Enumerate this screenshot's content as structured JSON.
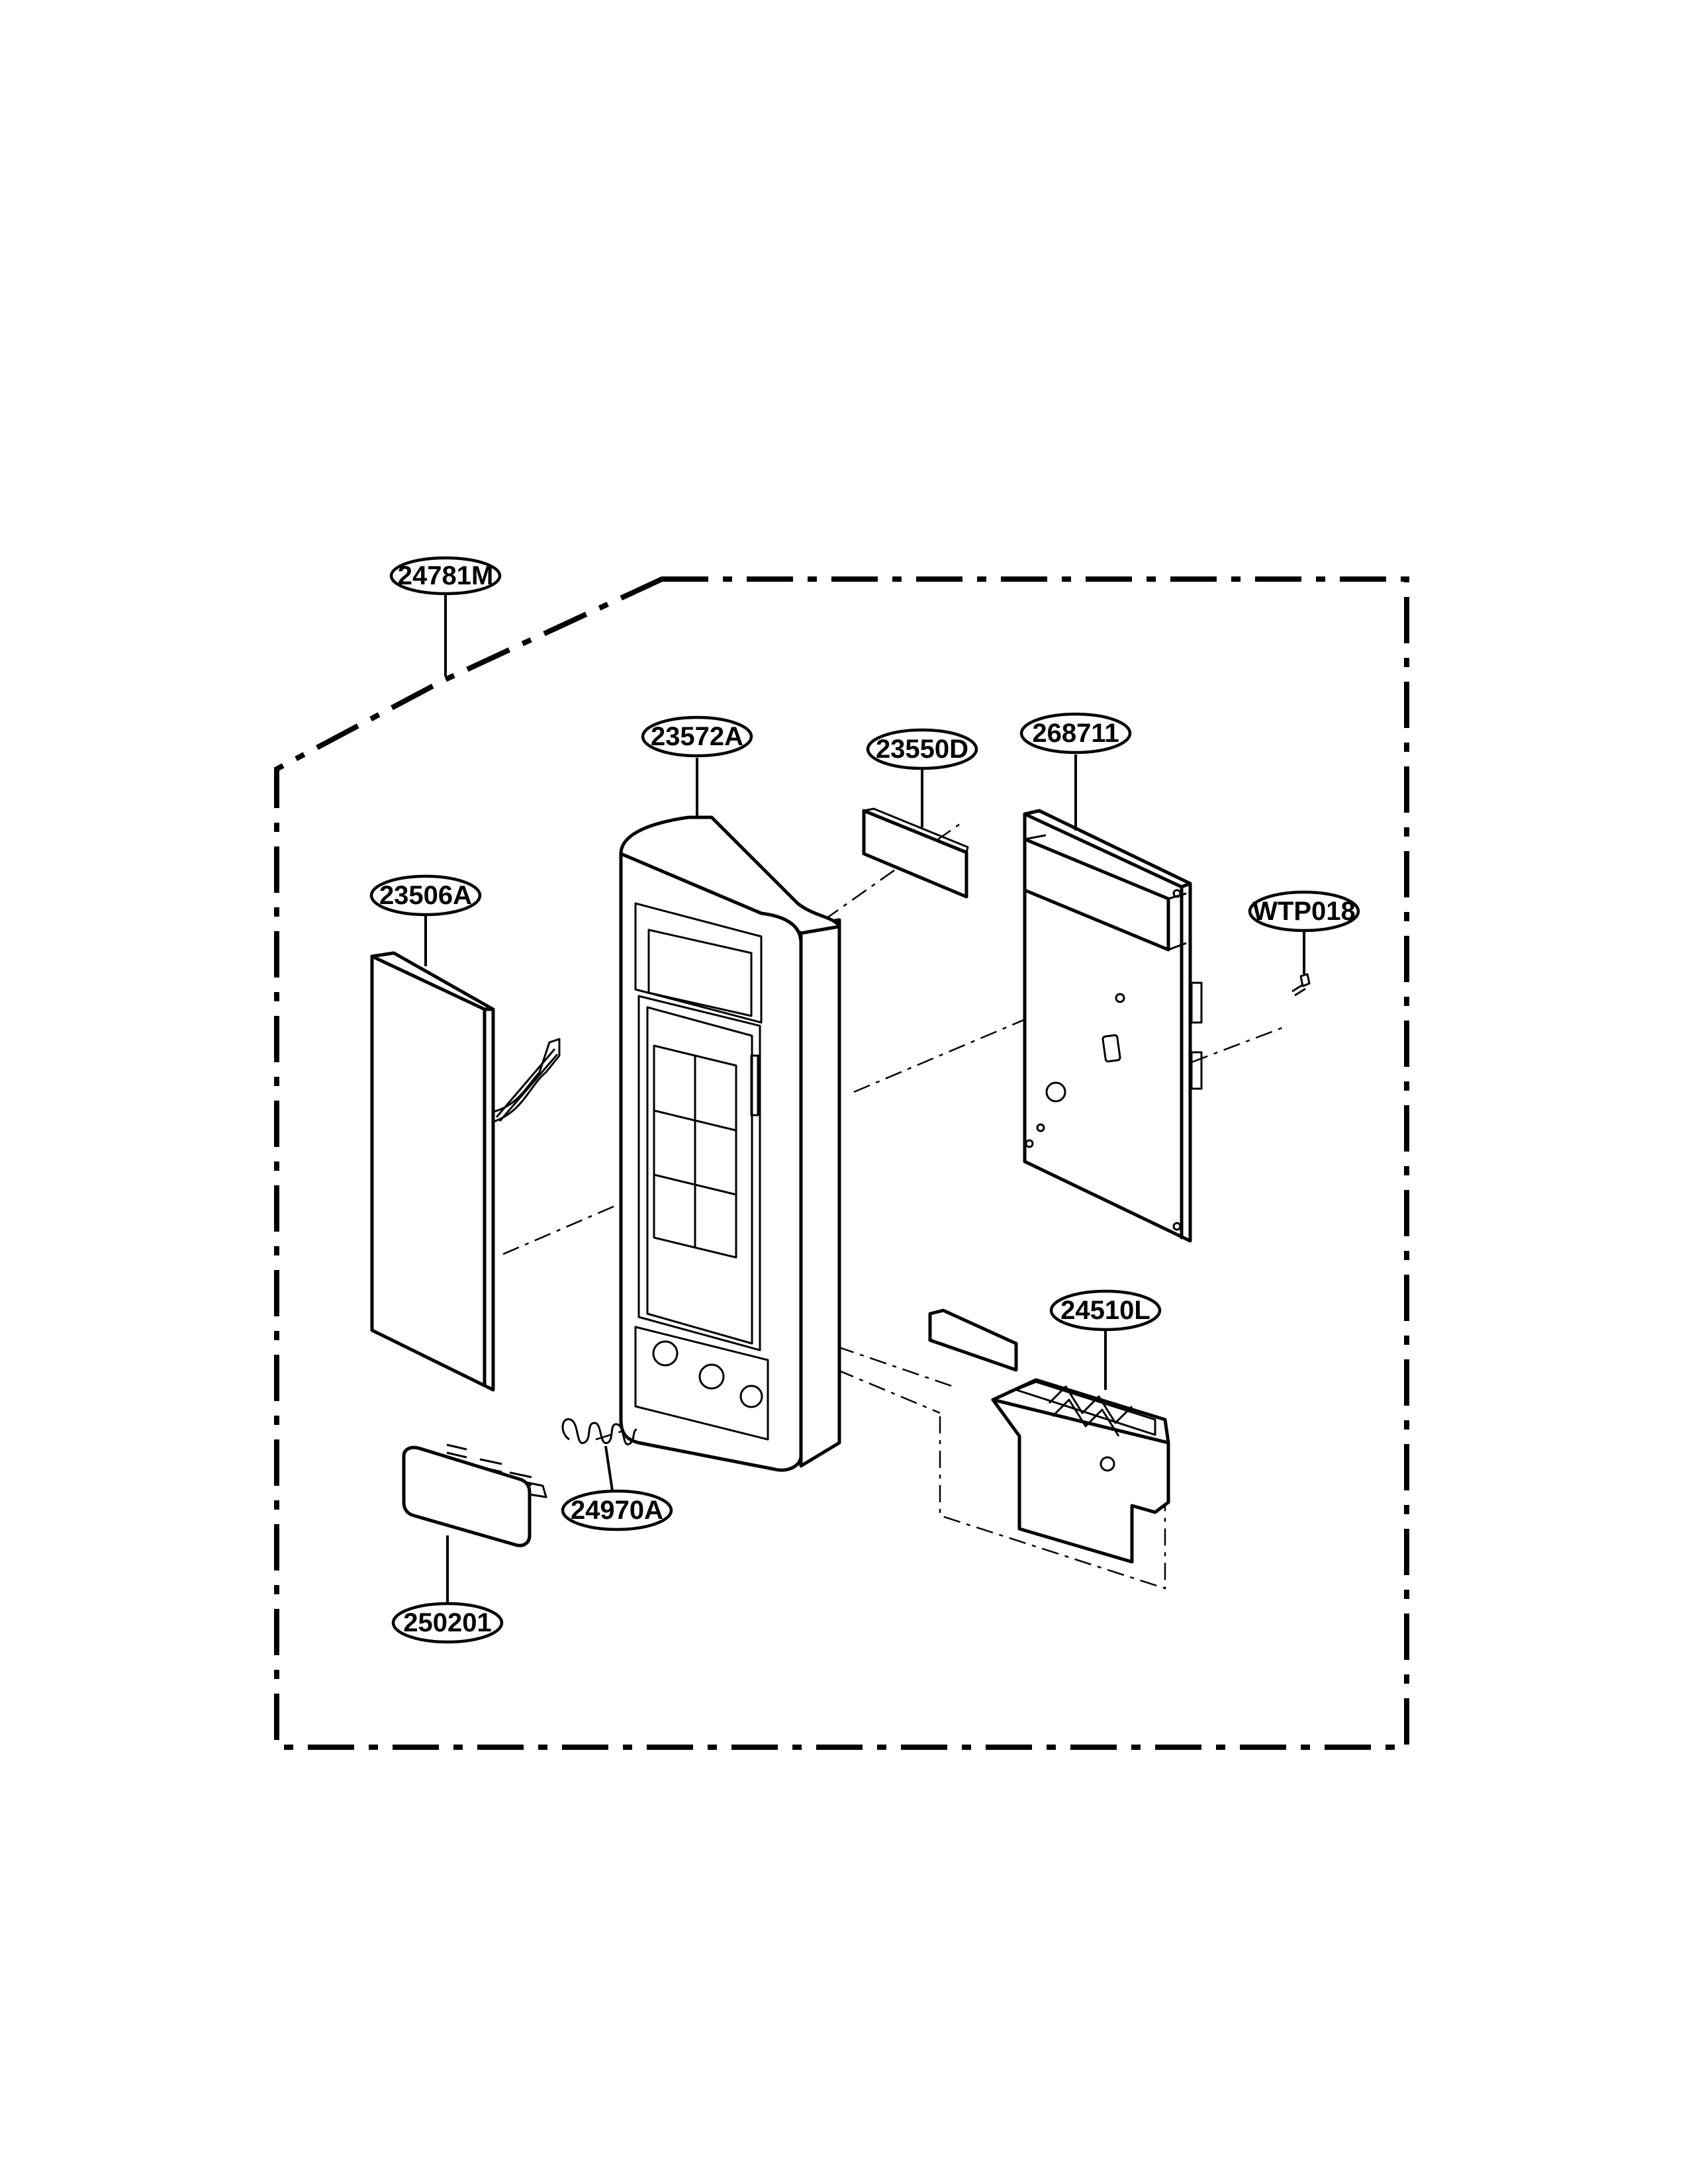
{
  "labels": {
    "assembly": "24781M",
    "front_frame": "23572A",
    "display_window": "23550D",
    "pcb": "268711",
    "membrane": "23506A",
    "screw": "WTP018",
    "latch_holder": "24510L",
    "spring": "24970A",
    "door_button": "250201"
  }
}
